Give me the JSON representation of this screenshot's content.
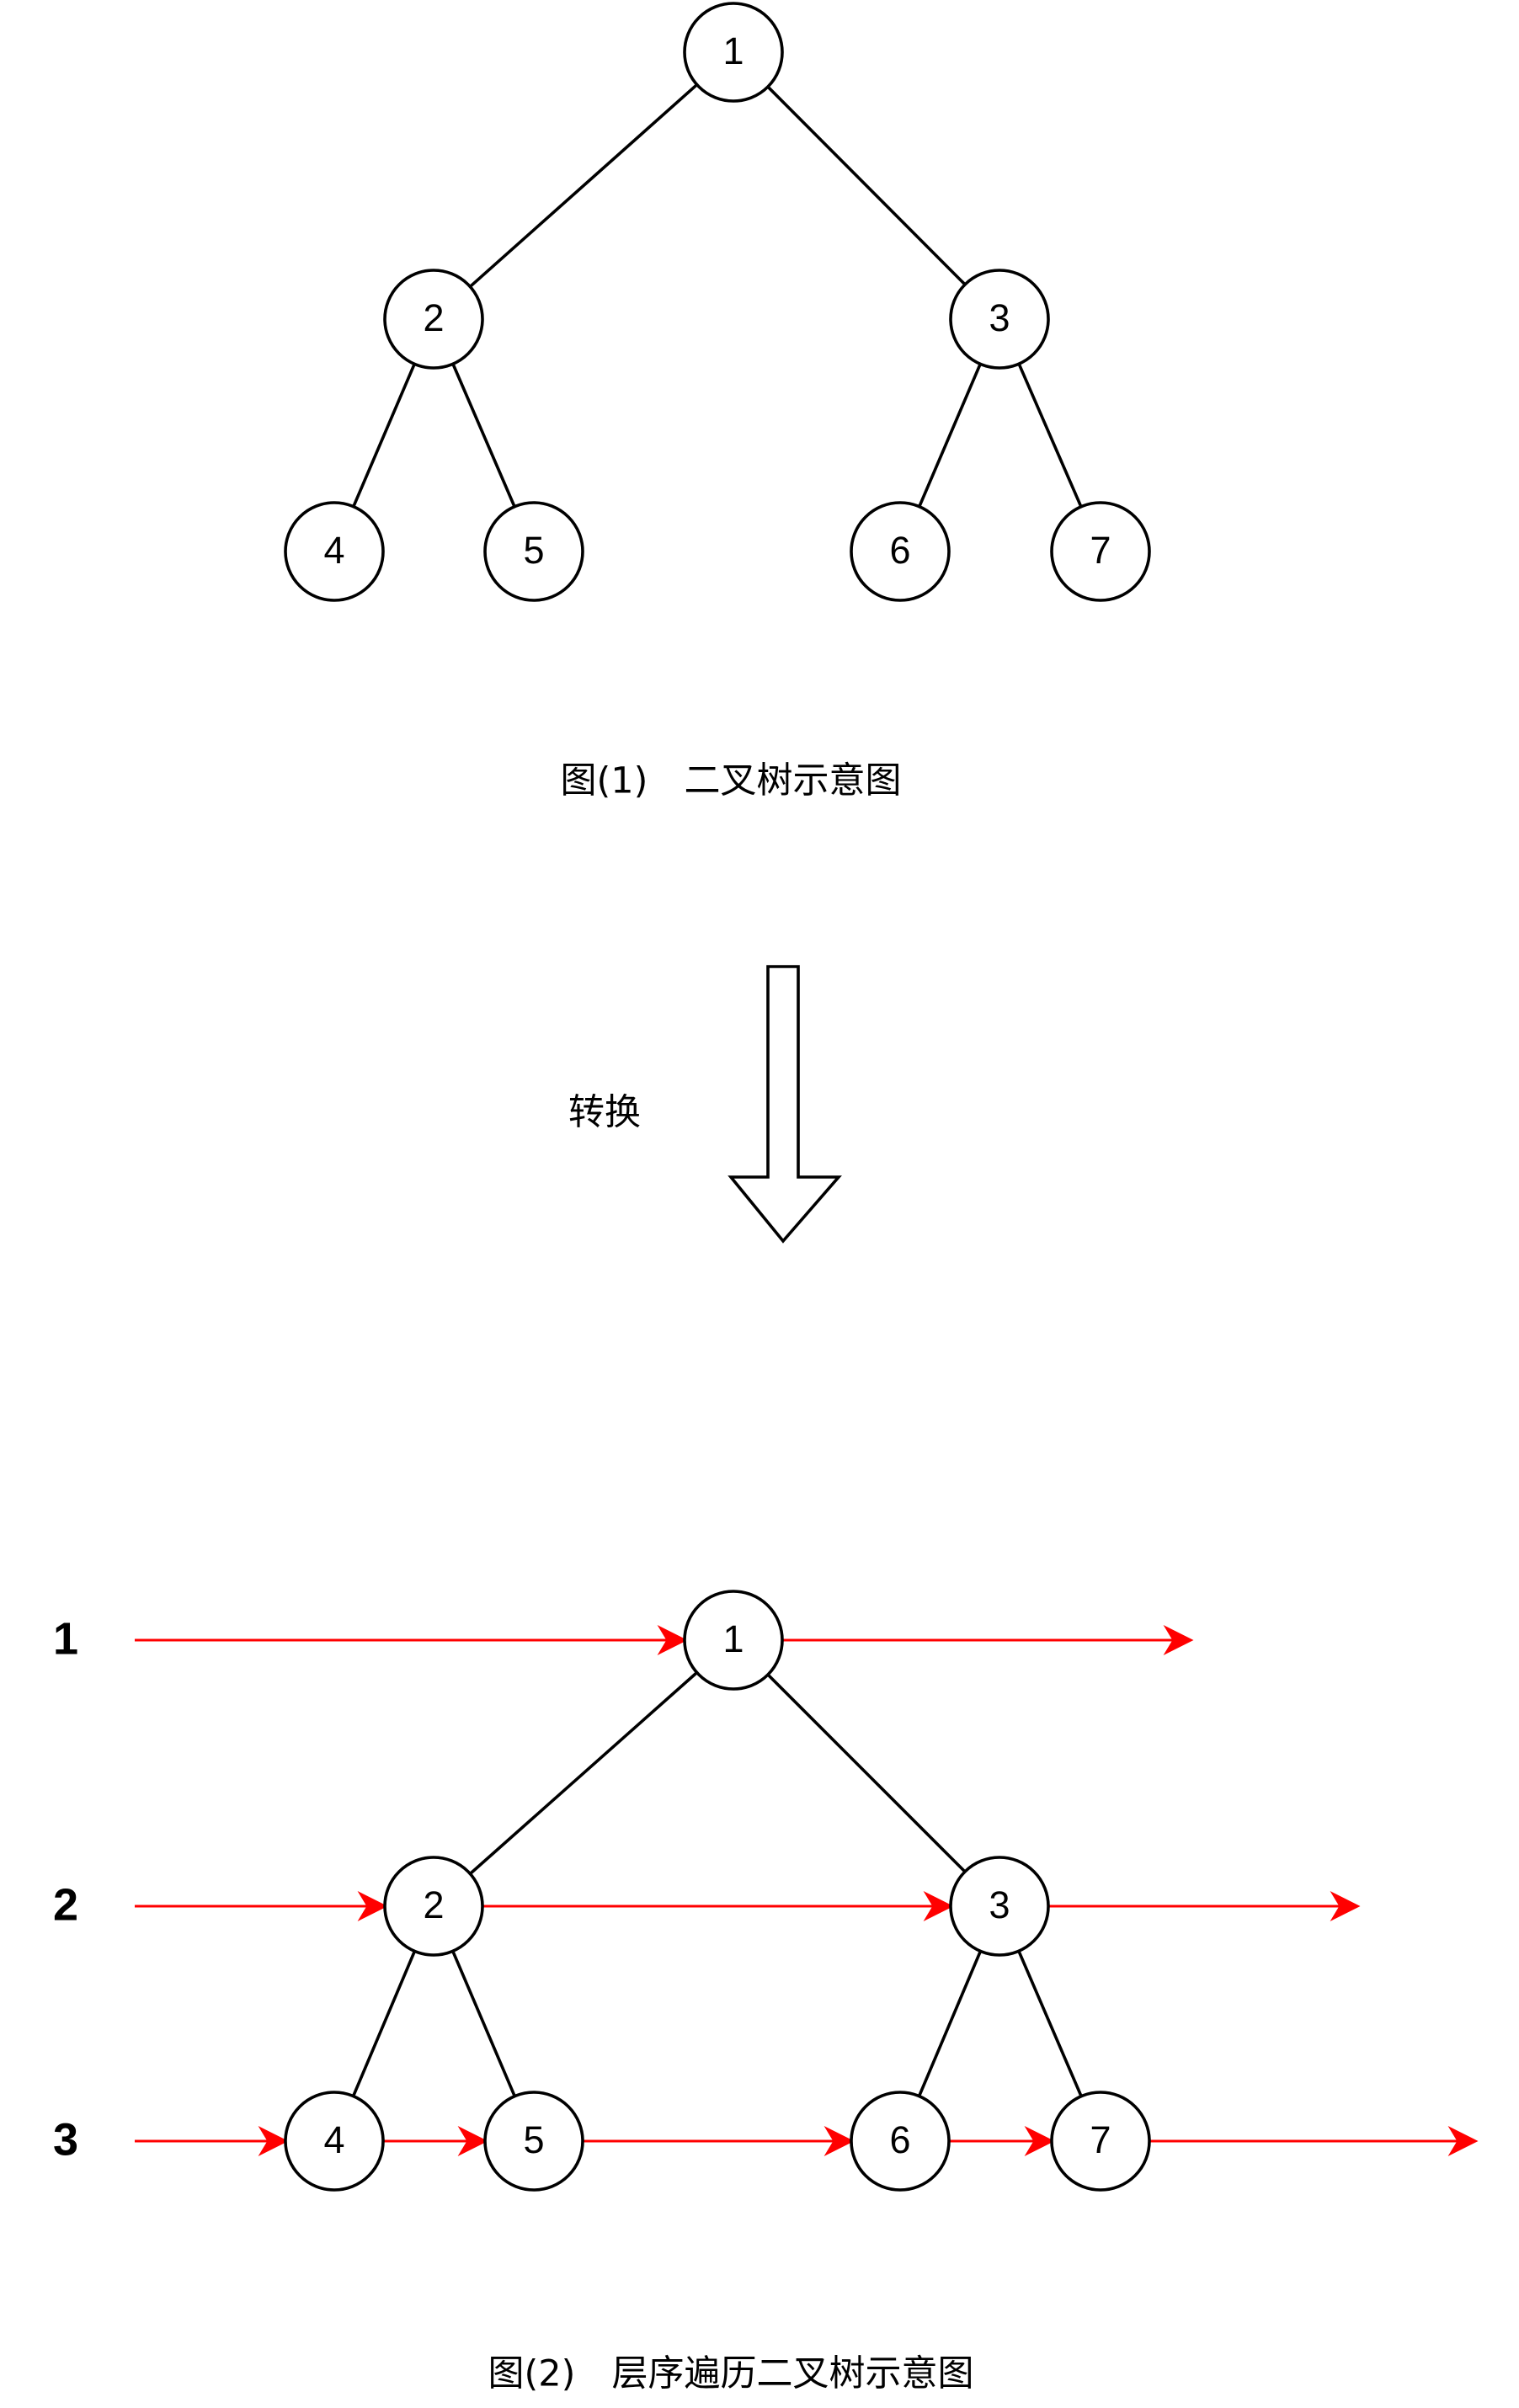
{
  "figure1": {
    "caption": "图(1)　二叉树示意图",
    "nodes": [
      {
        "id": "n1",
        "label": "1"
      },
      {
        "id": "n2",
        "label": "2"
      },
      {
        "id": "n3",
        "label": "3"
      },
      {
        "id": "n4",
        "label": "4"
      },
      {
        "id": "n5",
        "label": "5"
      },
      {
        "id": "n6",
        "label": "6"
      },
      {
        "id": "n7",
        "label": "7"
      }
    ],
    "edges": [
      {
        "from": "n1",
        "to": "n2"
      },
      {
        "from": "n1",
        "to": "n3"
      },
      {
        "from": "n2",
        "to": "n4"
      },
      {
        "from": "n2",
        "to": "n5"
      },
      {
        "from": "n3",
        "to": "n6"
      },
      {
        "from": "n3",
        "to": "n7"
      }
    ]
  },
  "transform": {
    "label": "转换"
  },
  "figure2": {
    "caption": "图(2)　层序遍历二叉树示意图",
    "arrow_color": "#ff0000",
    "levels": [
      {
        "label": "1",
        "nodes": [
          "n1"
        ]
      },
      {
        "label": "2",
        "nodes": [
          "n2",
          "n3"
        ]
      },
      {
        "label": "3",
        "nodes": [
          "n4",
          "n5",
          "n6",
          "n7"
        ]
      }
    ],
    "nodes": [
      {
        "id": "n1",
        "label": "1"
      },
      {
        "id": "n2",
        "label": "2"
      },
      {
        "id": "n3",
        "label": "3"
      },
      {
        "id": "n4",
        "label": "4"
      },
      {
        "id": "n5",
        "label": "5"
      },
      {
        "id": "n6",
        "label": "6"
      },
      {
        "id": "n7",
        "label": "7"
      }
    ],
    "edges": [
      {
        "from": "n1",
        "to": "n2"
      },
      {
        "from": "n1",
        "to": "n3"
      },
      {
        "from": "n2",
        "to": "n4"
      },
      {
        "from": "n2",
        "to": "n5"
      },
      {
        "from": "n3",
        "to": "n6"
      },
      {
        "from": "n3",
        "to": "n7"
      }
    ]
  }
}
